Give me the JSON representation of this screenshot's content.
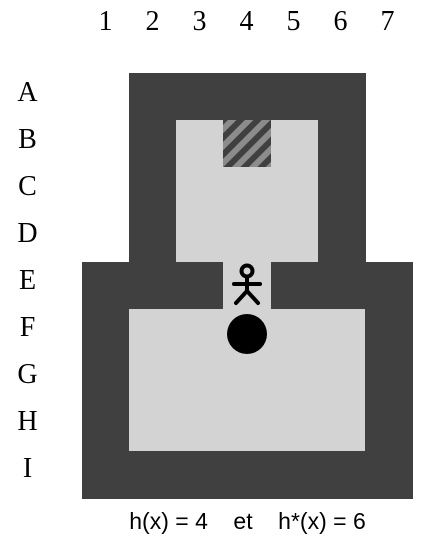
{
  "column_labels": [
    "1",
    "2",
    "3",
    "4",
    "5",
    "6",
    "7"
  ],
  "row_labels": [
    "A",
    "B",
    "C",
    "D",
    "E",
    "F",
    "G",
    "H",
    "I"
  ],
  "colors": {
    "wall": "#404040",
    "floor": "#d3d3d3",
    "goal_stripe_dark": "#404040",
    "goal_stripe_light": "#8c8c8c",
    "agent": "#000000",
    "ball": "#000000"
  },
  "caption": "h(x) = 4    et    h*(x) = 6",
  "icons": {
    "goal": "striped-goal-tile",
    "agent": "stick-figure",
    "ball": "black-ball"
  }
}
